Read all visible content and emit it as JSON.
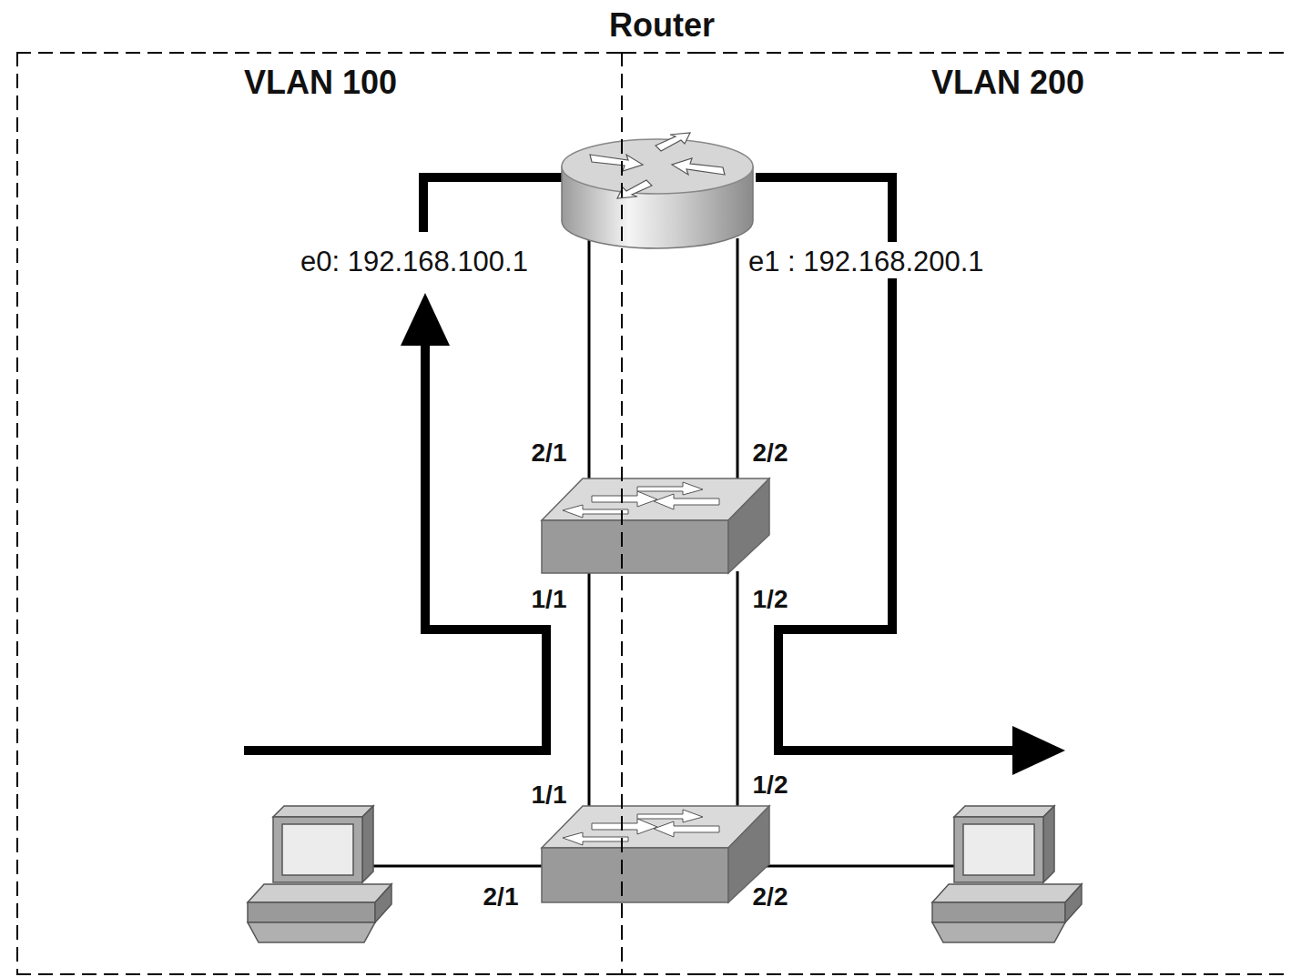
{
  "diagram": {
    "nodes": [
      {
        "text": [
          "VLAN 100"
        ]
      },
      {
        "text": [
          "Router"
        ]
      },
      {
        "text": [
          "VLAN 200"
        ]
      }
    ],
    "labels": [
      "e0: 192.168.100.1",
      "e1 : 192.168.200.1",
      "2/1",
      "2/2",
      "1/1",
      "1/2",
      "1/1",
      "1/2",
      "2/1",
      "2/2"
    ]
  }
}
